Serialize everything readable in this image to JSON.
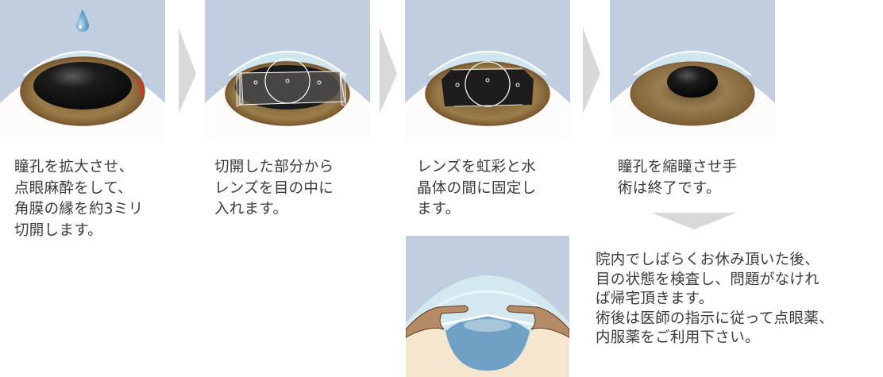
{
  "steps": [
    {
      "id": 1,
      "illustration": "dilated-pupil-eye-with-eyedrop",
      "text": "瞳孔を拡大させ、\n点眼麻酔をして、\n角膜の縁を約3ミリ\n切開します。"
    },
    {
      "id": 2,
      "illustration": "lens-insertion-through-incision",
      "text": "切開した部分から\nレンズを目の中に\n入れます。"
    },
    {
      "id": 3,
      "illustration": "lens-fixed-between-iris-and-crystalline-lens",
      "text": "レンズを虹彩と水\n晶体の間に固定し\nます。"
    },
    {
      "id": 4,
      "illustration": "constricted-pupil-eye",
      "text": "瞳孔を縮瞳させ手\n術は終了です。"
    }
  ],
  "cross_section": {
    "illustration": "eye-cross-section-lens-placement"
  },
  "after_care": {
    "text": "院内でしばらくお休み頂いた後、\n目の状態を検査し、問題がなけれ\nば帰宅頂きます。\n術後は医師の指示に従って点眼薬、\n内服薬をご利用下さい。"
  },
  "icons": {
    "step_arrow": "chevron-right-icon",
    "flow_arrow": "arrow-down-icon",
    "eyedrop": "droplet-icon"
  },
  "colors": {
    "panel_bg": "#c0cee0",
    "arrow": "#d9d9d9",
    "iris": "#8a6d3e",
    "pupil": "#1a1a1a",
    "cornea": "#cfe6ef",
    "text": "#3a3a3a",
    "incision": "#e03020",
    "drop": "#5d9cc4"
  }
}
